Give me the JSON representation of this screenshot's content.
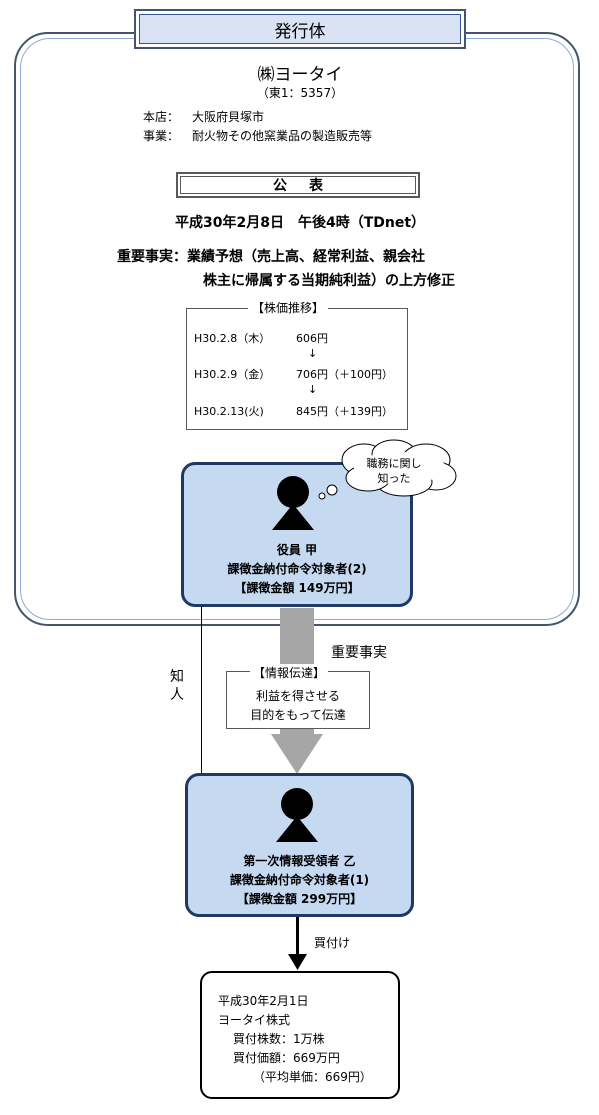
{
  "header": {
    "title": "発行体"
  },
  "issuer": {
    "name": "㈱ヨータイ",
    "code": "（東1：5357）",
    "hq_label": "本店：",
    "hq_value": "大阪府貝塚市",
    "business_label": "事業：",
    "business_value": "耐火物その他窯業品の製造販売等"
  },
  "announcement": {
    "label": "公表",
    "datetime": "平成30年2月8日　午後4時（TDnet）",
    "fact_line1": "重要事実：業績予想（売上高、経常利益、親会社",
    "fact_line2": "株主に帰属する当期純利益）の上方修正"
  },
  "stock_price": {
    "title": "【株価推移】",
    "rows": [
      {
        "date": "H30.2.8（木）",
        "price": "606円"
      },
      {
        "date": "H30.2.9（金）",
        "price": "706円（＋100円）"
      },
      {
        "date": "H30.2.13(火)",
        "price": "845円（＋139円）"
      }
    ],
    "arrow": "↓"
  },
  "officer": {
    "thought_line1": "職務に関し",
    "thought_line2": "知った",
    "name": "役員 甲",
    "role": "課徴金納付命令対象者(2)",
    "penalty": "【課徴金額 149万円】"
  },
  "transfer": {
    "fact_label": "重要事実",
    "acquaintance_label": "知人",
    "info_title": "【情報伝達】",
    "info_line1": "利益を得させる",
    "info_line2": "目的をもって伝達"
  },
  "recipient": {
    "name": "第一次情報受領者 乙",
    "role": "課徴金納付命令対象者(1)",
    "penalty": "【課徴金額 299万円】"
  },
  "purchase": {
    "label": "買付け",
    "date": "平成30年2月1日",
    "stock": "ヨータイ株式",
    "shares": "買付株数：1万株",
    "amount": "買付価額：669万円",
    "avg_price": "（平均単価：669円）"
  },
  "colors": {
    "frame": "#44546a",
    "person_fill": "#c5d9f1",
    "person_border": "#1f3864",
    "arrow_gray": "#a6a6a6"
  }
}
